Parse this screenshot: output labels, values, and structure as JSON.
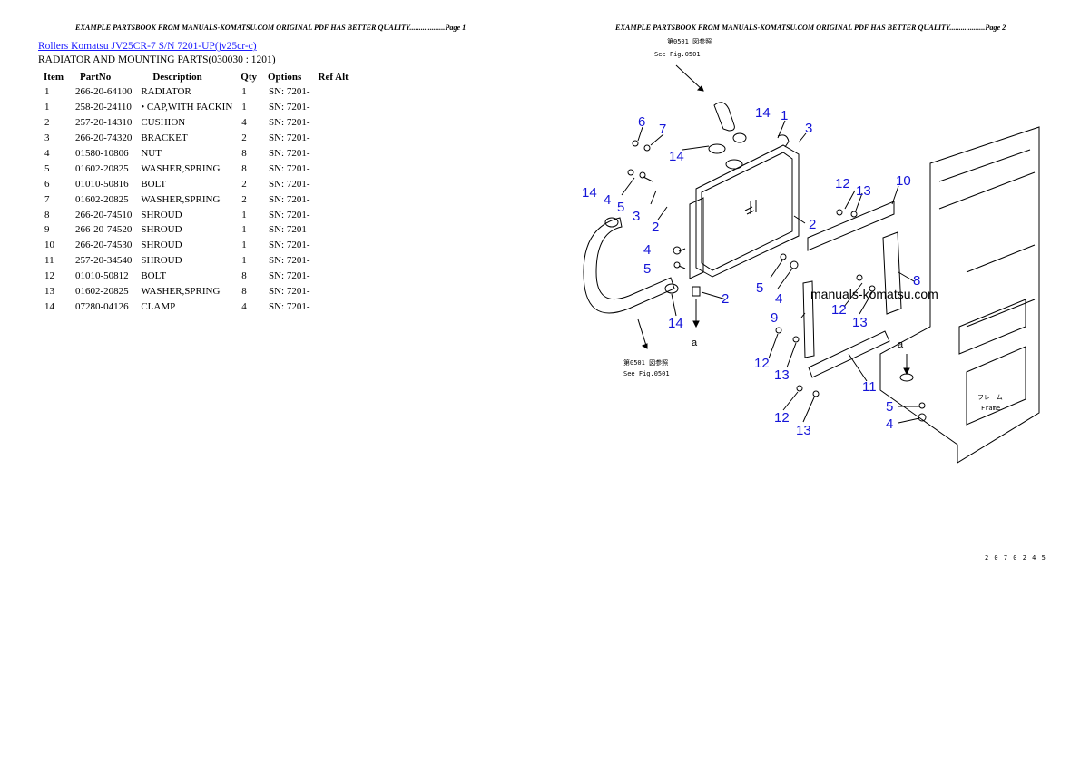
{
  "pages": [
    {
      "header": "EXAMPLE PARTSBOOK FROM MANUALS-KOMATSU.COM ORIGINAL PDF HAS BETTER QUALITY...................Page 1"
    },
    {
      "header": "EXAMPLE PARTSBOOK FROM MANUALS-KOMATSU.COM ORIGINAL PDF HAS BETTER QUALITY...................Page 2"
    }
  ],
  "title_link": "Rollers Komatsu JV25CR-7 S/N 7201-UP(jv25cr-c)",
  "section_title": "RADIATOR AND MOUNTING PARTS(030030 : 1201)",
  "columns": [
    "Item",
    "PartNo",
    "Description",
    "Qty",
    "Options",
    "Ref Alt"
  ],
  "parts": [
    {
      "item": "1",
      "part_no": "266-20-64100",
      "description": "RADIATOR",
      "qty": "1",
      "options": "SN: 7201-",
      "ref_alt": ""
    },
    {
      "item": "1",
      "part_no": "258-20-24110",
      "description": "• CAP,WITH PACKIN",
      "qty": "1",
      "options": "SN: 7201-",
      "ref_alt": ""
    },
    {
      "item": "2",
      "part_no": "257-20-14310",
      "description": "CUSHION",
      "qty": "4",
      "options": "SN: 7201-",
      "ref_alt": ""
    },
    {
      "item": "3",
      "part_no": "266-20-74320",
      "description": "BRACKET",
      "qty": "2",
      "options": "SN: 7201-",
      "ref_alt": ""
    },
    {
      "item": "4",
      "part_no": "01580-10806",
      "description": "NUT",
      "qty": "8",
      "options": "SN: 7201-",
      "ref_alt": ""
    },
    {
      "item": "5",
      "part_no": "01602-20825",
      "description": "WASHER,SPRING",
      "qty": "8",
      "options": "SN: 7201-",
      "ref_alt": ""
    },
    {
      "item": "6",
      "part_no": "01010-50816",
      "description": "BOLT",
      "qty": "2",
      "options": "SN: 7201-",
      "ref_alt": ""
    },
    {
      "item": "7",
      "part_no": "01602-20825",
      "description": "WASHER,SPRING",
      "qty": "2",
      "options": "SN: 7201-",
      "ref_alt": ""
    },
    {
      "item": "8",
      "part_no": "266-20-74510",
      "description": "SHROUD",
      "qty": "1",
      "options": "SN: 7201-",
      "ref_alt": ""
    },
    {
      "item": "9",
      "part_no": "266-20-74520",
      "description": "SHROUD",
      "qty": "1",
      "options": "SN: 7201-",
      "ref_alt": ""
    },
    {
      "item": "10",
      "part_no": "266-20-74530",
      "description": "SHROUD",
      "qty": "1",
      "options": "SN: 7201-",
      "ref_alt": ""
    },
    {
      "item": "11",
      "part_no": "257-20-34540",
      "description": "SHROUD",
      "qty": "1",
      "options": "SN: 7201-",
      "ref_alt": ""
    },
    {
      "item": "12",
      "part_no": "01010-50812",
      "description": "BOLT",
      "qty": "8",
      "options": "SN: 7201-",
      "ref_alt": ""
    },
    {
      "item": "13",
      "part_no": "01602-20825",
      "description": "WASHER,SPRING",
      "qty": "8",
      "options": "SN: 7201-",
      "ref_alt": ""
    },
    {
      "item": "14",
      "part_no": "07280-04126",
      "description": "CLAMP",
      "qty": "4",
      "options": "SN: 7201-",
      "ref_alt": ""
    }
  ],
  "diagram": {
    "ref_top_jp": "第0501 図参照",
    "ref_top_en": "See Fig.0501",
    "ref_bottom_jp": "第0501 図参照",
    "ref_bottom_en": "See Fig.0501",
    "frame_jp": "フレーム",
    "frame_en": "Frame",
    "callout_a": "a",
    "callouts": [
      "6",
      "7",
      "14",
      "14",
      "1",
      "3",
      "14",
      "4",
      "5",
      "3",
      "2",
      "2",
      "4",
      "5",
      "5",
      "4",
      "2",
      "14",
      "12",
      "13",
      "10",
      "8",
      "12",
      "13",
      "9",
      "12",
      "13",
      "11",
      "12",
      "13",
      "5",
      "4"
    ],
    "watermark": "manuals-komatsu.com",
    "figure_code": "2 0 7 0 2 4 5"
  }
}
